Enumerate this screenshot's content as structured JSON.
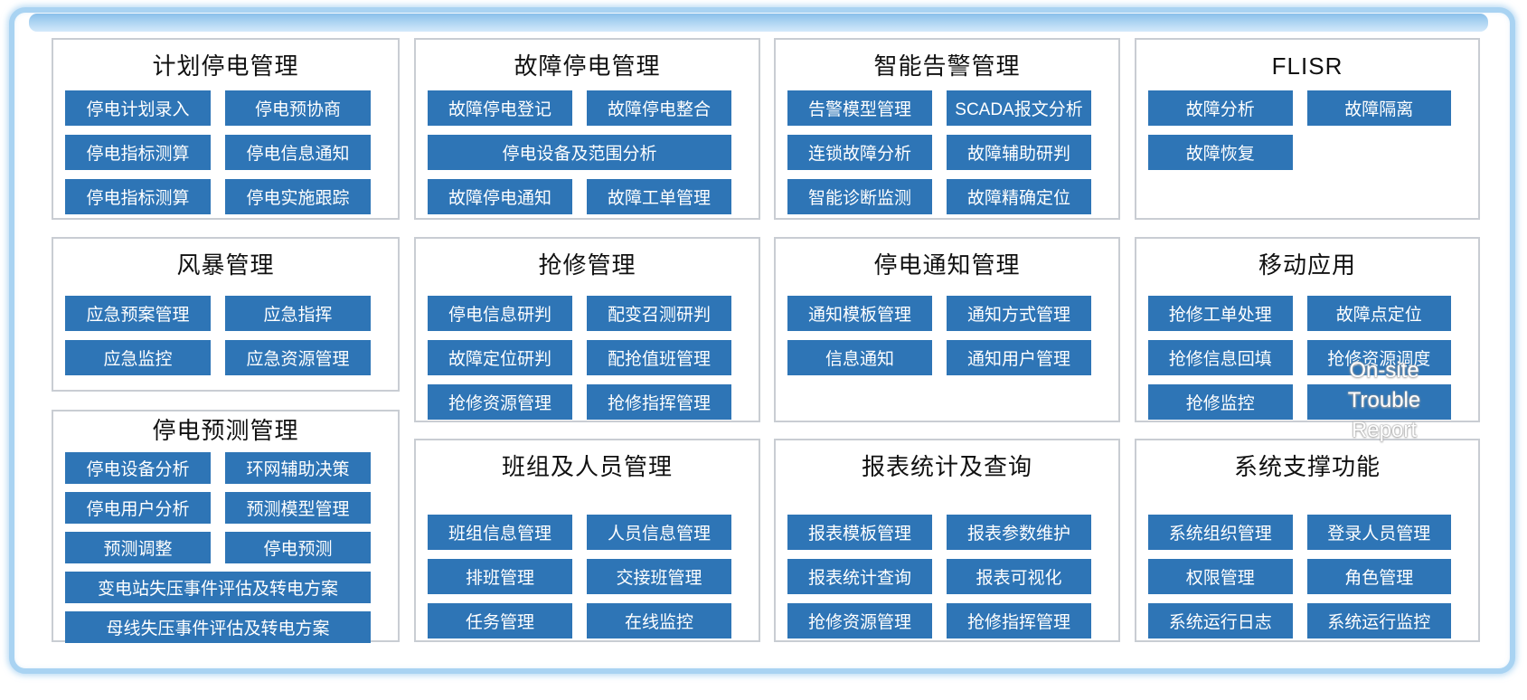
{
  "colors": {
    "button_bg": "#2e75b6",
    "button_text": "#ffffff",
    "panel_border": "#c9cdd3",
    "frame_border": "#a9d3f2",
    "title_text": "#111111"
  },
  "overlay": {
    "lines": [
      "On-site",
      "Trouble",
      "Report"
    ]
  },
  "panels": [
    {
      "title": "计划停电管理",
      "buttons": [
        {
          "label": "停电计划录入"
        },
        {
          "label": "停电预协商"
        },
        {
          "label": "停电指标测算"
        },
        {
          "label": "停电信息通知"
        },
        {
          "label": "停电指标测算"
        },
        {
          "label": "停电实施跟踪"
        }
      ]
    },
    {
      "title": "故障停电管理",
      "buttons": [
        {
          "label": "故障停电登记"
        },
        {
          "label": "故障停电整合"
        },
        {
          "label": "停电设备及范围分析",
          "wide": true
        },
        {
          "label": "故障停电通知"
        },
        {
          "label": "故障工单管理"
        }
      ]
    },
    {
      "title": "智能告警管理",
      "buttons": [
        {
          "label": "告警模型管理"
        },
        {
          "label": "SCADA报文分析"
        },
        {
          "label": "连锁故障分析"
        },
        {
          "label": "故障辅助研判"
        },
        {
          "label": "智能诊断监测"
        },
        {
          "label": "故障精确定位"
        }
      ]
    },
    {
      "title": "FLISR",
      "buttons": [
        {
          "label": "故障分析"
        },
        {
          "label": "故障隔离"
        },
        {
          "label": "故障恢复"
        }
      ]
    },
    {
      "title": "风暴管理",
      "buttons": [
        {
          "label": "应急预案管理"
        },
        {
          "label": "应急指挥"
        },
        {
          "label": "应急监控"
        },
        {
          "label": "应急资源管理"
        }
      ]
    },
    {
      "title": "抢修管理",
      "buttons": [
        {
          "label": "停电信息研判"
        },
        {
          "label": "配变召测研判"
        },
        {
          "label": "故障定位研判"
        },
        {
          "label": "配抢值班管理"
        },
        {
          "label": "抢修资源管理"
        },
        {
          "label": "抢修指挥管理"
        }
      ]
    },
    {
      "title": "停电通知管理",
      "buttons": [
        {
          "label": "通知模板管理"
        },
        {
          "label": "通知方式管理"
        },
        {
          "label": "信息通知"
        },
        {
          "label": "通知用户管理"
        }
      ]
    },
    {
      "title": "移动应用",
      "buttons": [
        {
          "label": "抢修工单处理"
        },
        {
          "label": "故障点定位"
        },
        {
          "label": "抢修信息回填"
        },
        {
          "label": "抢修资源调度"
        },
        {
          "label": "抢修监控"
        },
        {
          "label": ""
        }
      ]
    },
    {
      "title": "停电预测管理",
      "buttons": [
        {
          "label": "停电设备分析"
        },
        {
          "label": "环网辅助决策"
        },
        {
          "label": "停电用户分析"
        },
        {
          "label": "预测模型管理"
        },
        {
          "label": "预测调整"
        },
        {
          "label": "停电预测"
        },
        {
          "label": "变电站失压事件评估及转电方案",
          "wide": true
        },
        {
          "label": "母线失压事件评估及转电方案",
          "wide": true
        }
      ]
    },
    {
      "title": "班组及人员管理",
      "buttons": [
        {
          "label": "班组信息管理"
        },
        {
          "label": "人员信息管理"
        },
        {
          "label": "排班管理"
        },
        {
          "label": "交接班管理"
        },
        {
          "label": "任务管理"
        },
        {
          "label": "在线监控"
        }
      ]
    },
    {
      "title": "报表统计及查询",
      "buttons": [
        {
          "label": "报表模板管理"
        },
        {
          "label": "报表参数维护"
        },
        {
          "label": "报表统计查询"
        },
        {
          "label": "报表可视化"
        },
        {
          "label": "抢修资源管理"
        },
        {
          "label": "抢修指挥管理"
        }
      ]
    },
    {
      "title": "系统支撑功能",
      "buttons": [
        {
          "label": "系统组织管理"
        },
        {
          "label": "登录人员管理"
        },
        {
          "label": "权限管理"
        },
        {
          "label": "角色管理"
        },
        {
          "label": "系统运行日志"
        },
        {
          "label": "系统运行监控"
        }
      ]
    }
  ]
}
